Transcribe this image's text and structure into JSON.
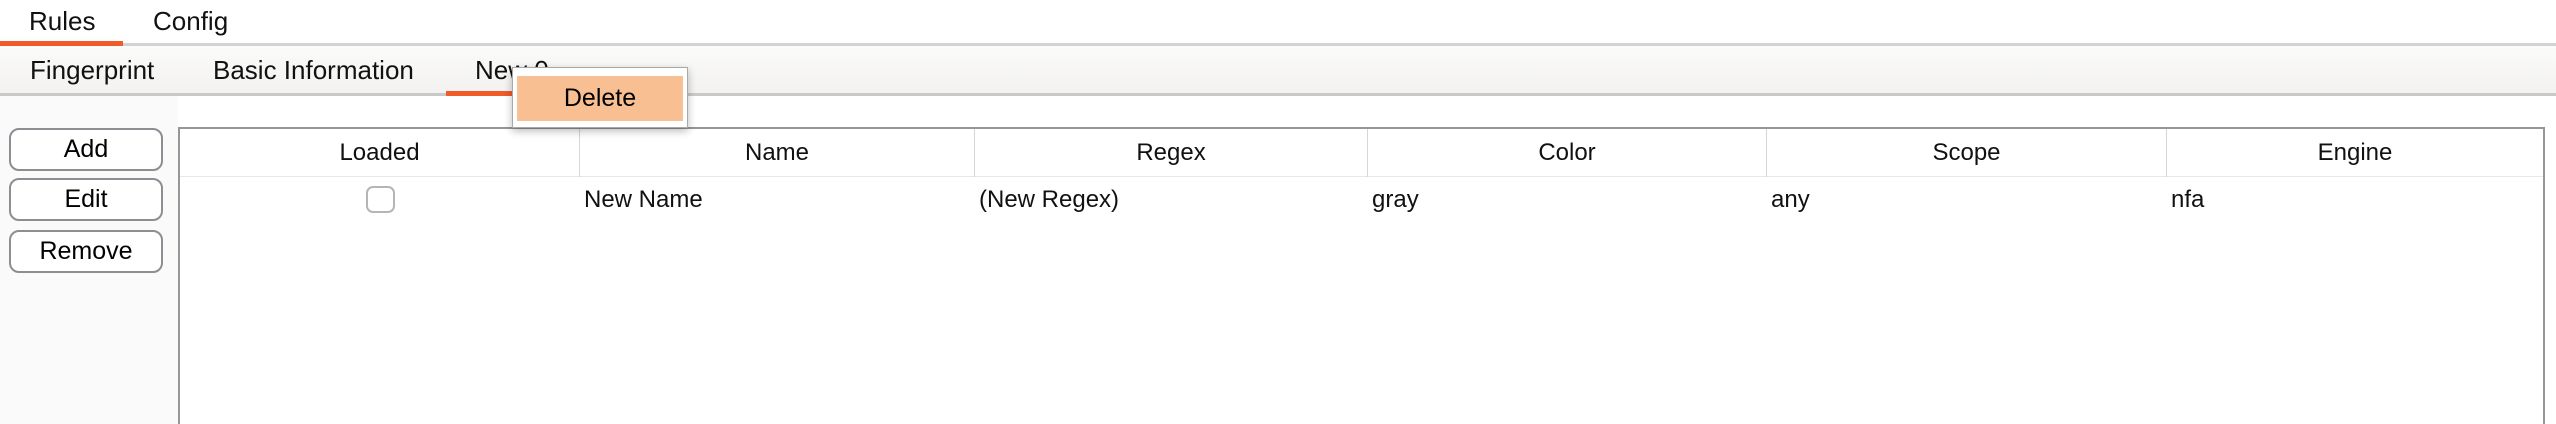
{
  "colors": {
    "accent": "#f15a29",
    "menu_highlight": "#f8c092"
  },
  "tabs_primary": {
    "items": [
      {
        "label": "Rules",
        "active": true
      },
      {
        "label": "Config",
        "active": false
      }
    ]
  },
  "tabs_secondary": {
    "items": [
      {
        "label": "Fingerprint",
        "active": false
      },
      {
        "label": "Basic Information",
        "active": false
      },
      {
        "label": "New 0",
        "active": true
      }
    ]
  },
  "context_menu": {
    "items": [
      {
        "label": "Delete",
        "highlighted": true
      }
    ]
  },
  "actions": {
    "add": "Add",
    "edit": "Edit",
    "remove": "Remove"
  },
  "table": {
    "columns": [
      "Loaded",
      "Name",
      "Regex",
      "Color",
      "Scope",
      "Engine"
    ],
    "rows": [
      {
        "loaded": false,
        "name": "New Name",
        "regex": "(New Regex)",
        "color": "gray",
        "scope": "any",
        "engine": "nfa"
      }
    ]
  }
}
